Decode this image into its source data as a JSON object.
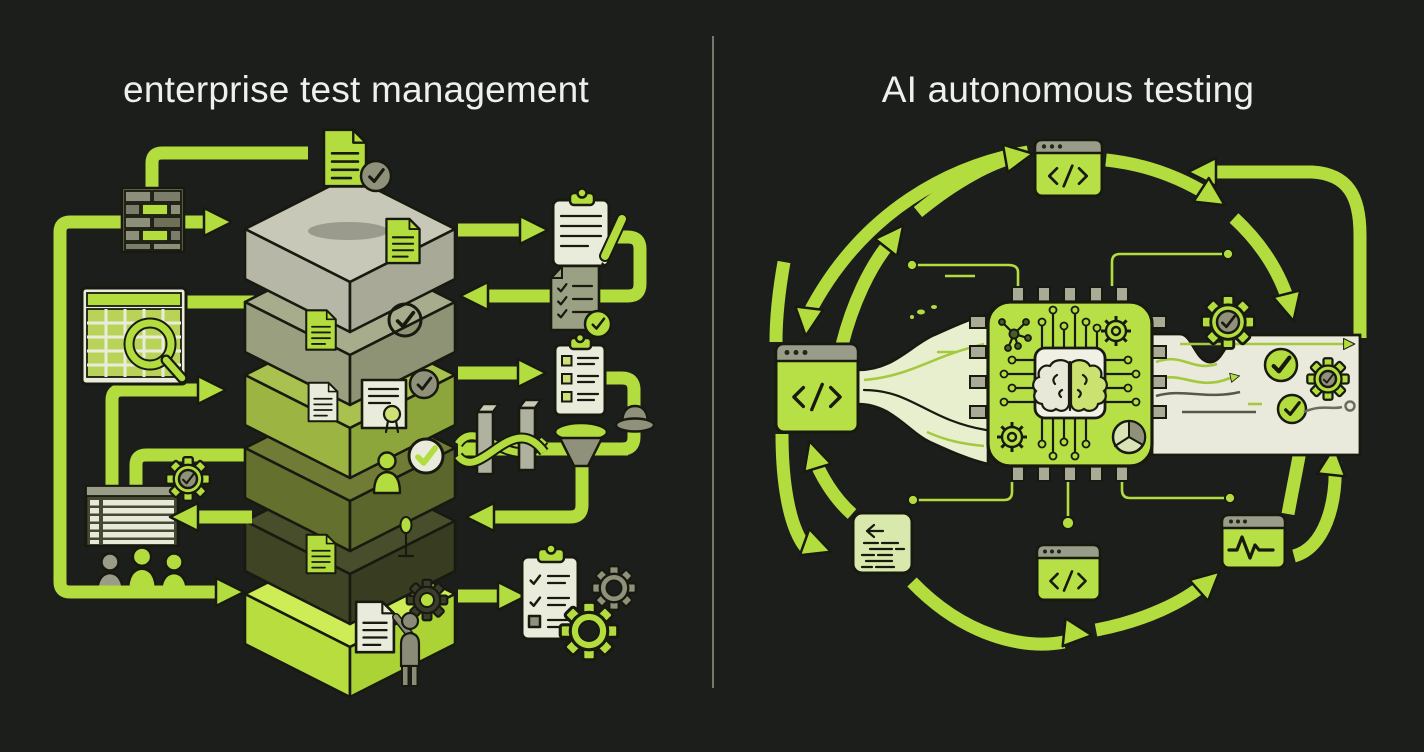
{
  "page": {
    "background": "#1b1e1b",
    "divider_color": "#85897a",
    "title_color": "#eef0ec",
    "accent_color": "#b3dc3f"
  },
  "left_panel": {
    "title": "enterprise test management",
    "stack_layer_count": 6,
    "stack_layer_colors": [
      "#c7c8b7",
      "#a7ac8c",
      "#a9c24f",
      "#6e7a36",
      "#474d2b",
      "#bfe24a"
    ],
    "icon_names": [
      "approved-document",
      "firewall-bricks",
      "spreadsheet-magnifier",
      "clipboard-pencil",
      "checked-review-document",
      "task-clipboard-checkboxes",
      "thread-weave",
      "funnel",
      "hat-valve",
      "striped-report-table",
      "gear-check-badge",
      "team-people",
      "document-gear-worker",
      "checklist-gears-clipboard"
    ]
  },
  "right_panel": {
    "title": "AI autonomous testing",
    "icon_names": [
      "code-window-top",
      "ai-chip-brain",
      "code-window-left",
      "script-notes",
      "code-window-bottom",
      "pulse-monitor-window",
      "results-strip",
      "gear-check-badges",
      "check-circles"
    ]
  }
}
